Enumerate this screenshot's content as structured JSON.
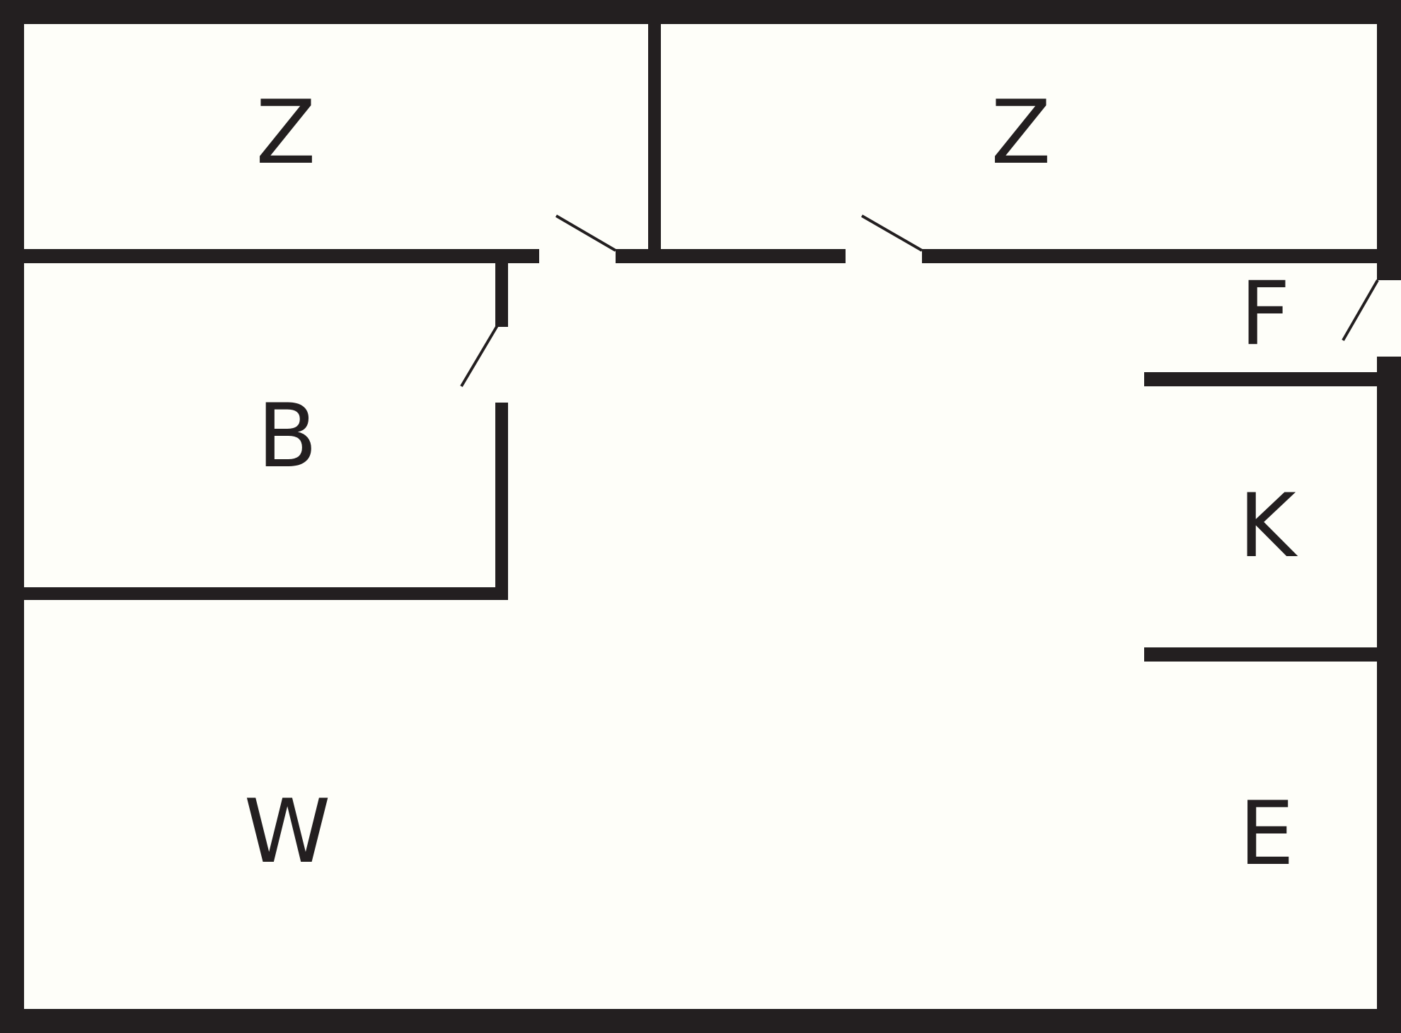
{
  "colors": {
    "wall": "#231f20",
    "floor": "#fefef9",
    "door_swing": "#231f20"
  },
  "rooms": {
    "room_z_left": {
      "label": "Z"
    },
    "room_z_right": {
      "label": "Z"
    },
    "room_b": {
      "label": "B"
    },
    "room_f": {
      "label": "F"
    },
    "room_k": {
      "label": "K"
    },
    "room_w": {
      "label": "W"
    },
    "room_e": {
      "label": "E"
    }
  }
}
